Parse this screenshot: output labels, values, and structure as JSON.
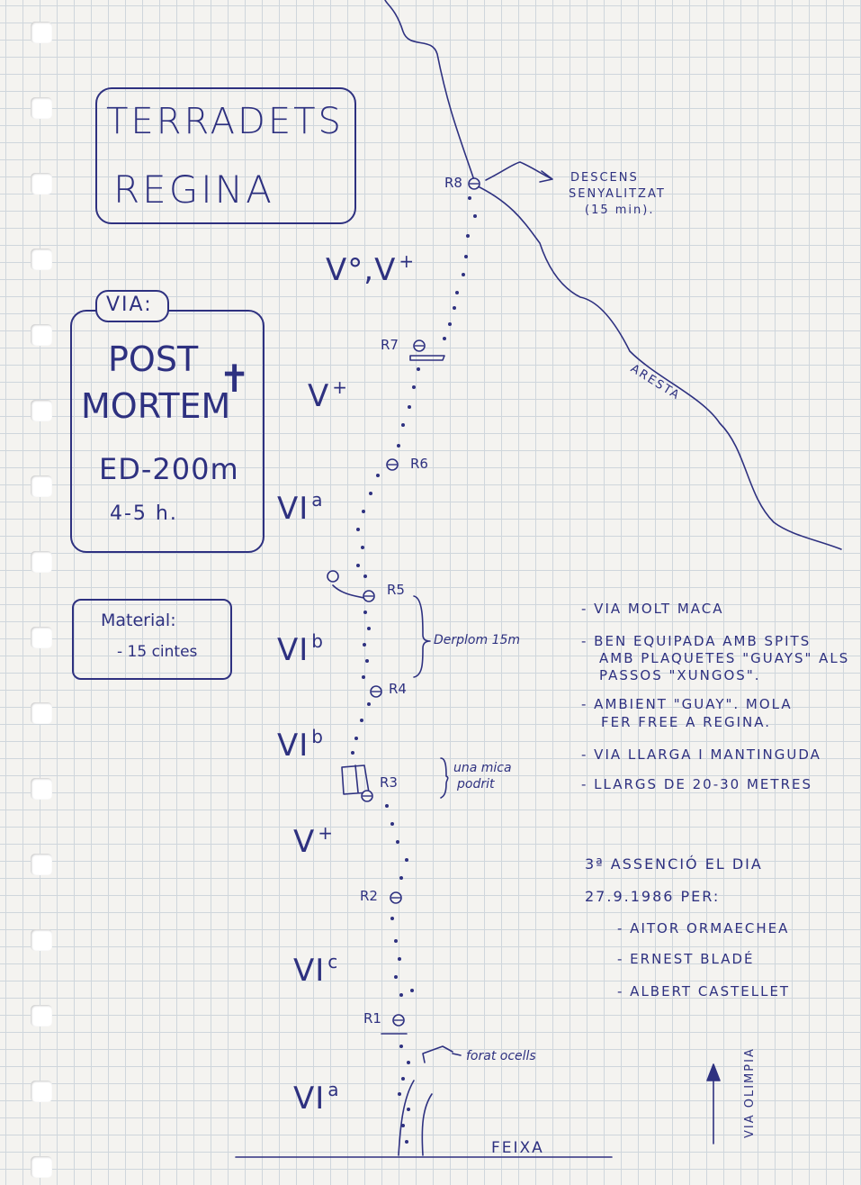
{
  "title": {
    "line1": "TERRADETS",
    "line2": "REGINA"
  },
  "route": {
    "label": "VIA:",
    "name_line1": "POST",
    "name_line2": "MORTEM",
    "difficulty": "ED-200m",
    "time": "4-5 h."
  },
  "material": {
    "heading": "Material:",
    "item": "- 15 cintes"
  },
  "grades": [
    {
      "base": "V°,V",
      "sup": "+"
    },
    {
      "base": "V",
      "sup": "+"
    },
    {
      "base": "VI",
      "sup": "a"
    },
    {
      "base": "VI",
      "sup": "b"
    },
    {
      "base": "VI",
      "sup": "b"
    },
    {
      "base": "V",
      "sup": "+"
    },
    {
      "base": "VI",
      "sup": "c"
    },
    {
      "base": "VI",
      "sup": "a"
    }
  ],
  "relays": [
    "R8",
    "R7",
    "R6",
    "R5",
    "R4",
    "R3",
    "R2",
    "R1"
  ],
  "annotations": {
    "descent_line1": "DESCENS",
    "descent_line2": "SENYALITZAT",
    "descent_line3": "(15 min).",
    "ridge": "ARESTA",
    "overhang": "Derplom 15m",
    "rotten_line1": "una mica",
    "rotten_line2": "podrit",
    "bird_hole": "forat ocells",
    "ledge": "FEIXA",
    "other_route": "VIA OLIMPIA"
  },
  "notes": [
    "- VIA MOLT MACA",
    "- BEN EQUIPADA AMB SPITS",
    "AMB PLAQUETES \"GUAYS\" ALS",
    "PASSOS \"XUNGOS\".",
    "- AMBIENT \"GUAY\". MOLA",
    "FER FREE A REGINA.",
    "- VIA LLARGA I MANTINGUDA",
    "- LLARGS DE 20-30 METRES"
  ],
  "ascent": {
    "line1": "3ª ASSENCIÓ EL DIA",
    "line2": "27.9.1986 PER:",
    "climbers": [
      "- AITOR ORMAECHEA",
      "- ERNEST BLADÉ",
      "- ALBERT CASTELLET"
    ]
  },
  "colors": {
    "ink": "#2e3180",
    "paper": "#f4f3f0",
    "grid": "#cfd6dc"
  }
}
